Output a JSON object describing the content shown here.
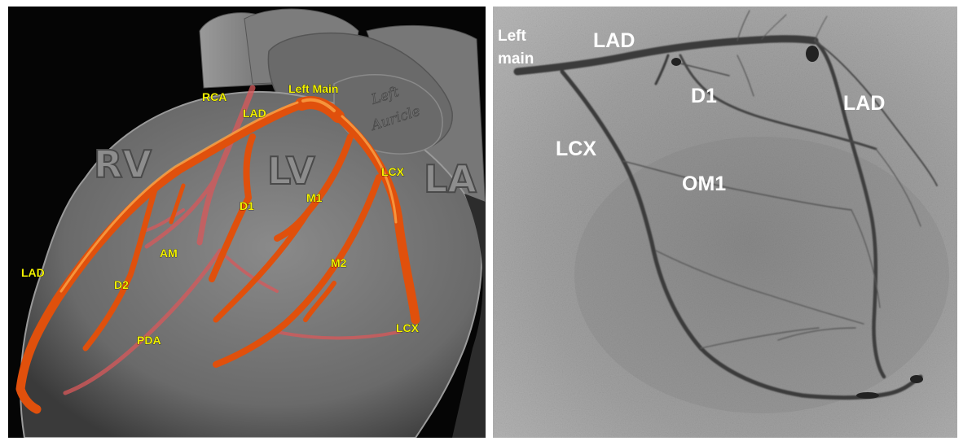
{
  "left_diagram": {
    "chamber_labels": {
      "rv": "RV",
      "lv": "LV",
      "la": "LA"
    },
    "auricle_label": {
      "line1": "Left",
      "line2": "Auricle"
    },
    "vessel_labels": {
      "rca": "RCA",
      "left_main": "Left Main",
      "lad_top": "LAD",
      "lcx_top": "LCX",
      "d1": "D1",
      "m1": "M1",
      "am": "AM",
      "lad_side": "LAD",
      "d2": "D2",
      "m2": "M2",
      "pda": "PDA",
      "lcx_bottom": "LCX"
    },
    "colors": {
      "artery": "#e85a10",
      "artery_highlight": "#ffb050",
      "background_vessel": "#d9585a"
    }
  },
  "right_angiogram": {
    "labels": {
      "left_main_line1": "Left",
      "left_main_line2": "main",
      "lad_top": "LAD",
      "d1": "D1",
      "lad_right": "LAD",
      "lcx": "LCX",
      "om1": "OM1"
    }
  }
}
